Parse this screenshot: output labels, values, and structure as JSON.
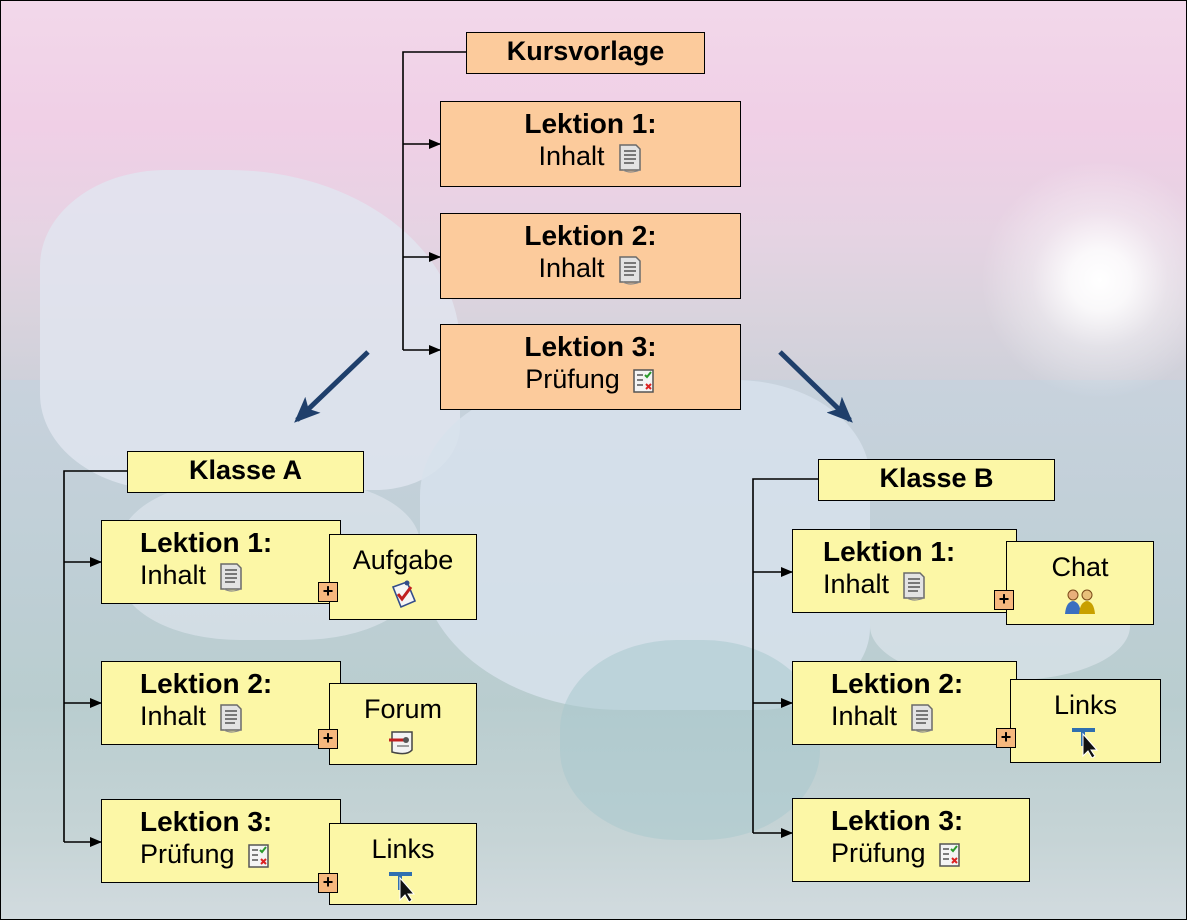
{
  "template": {
    "title": "Kursvorlage",
    "lessons": [
      {
        "head": "Lektion 1:",
        "sub": "Inhalt",
        "icon": "document-icon"
      },
      {
        "head": "Lektion 2:",
        "sub": "Inhalt",
        "icon": "document-icon"
      },
      {
        "head": "Lektion 3:",
        "sub": "Prüfung",
        "icon": "checklist-icon"
      }
    ]
  },
  "class_a": {
    "title": "Klasse A",
    "lessons": [
      {
        "head": "Lektion 1:",
        "sub": "Inhalt",
        "icon": "document-icon",
        "activity": {
          "label": "Aufgabe",
          "icon": "assignment-icon"
        }
      },
      {
        "head": "Lektion 2:",
        "sub": "Inhalt",
        "icon": "document-icon",
        "activity": {
          "label": "Forum",
          "icon": "forum-icon"
        }
      },
      {
        "head": "Lektion 3:",
        "sub": "Prüfung",
        "icon": "checklist-icon",
        "activity": {
          "label": "Links",
          "icon": "links-icon"
        }
      }
    ]
  },
  "class_b": {
    "title": "Klasse B",
    "lessons": [
      {
        "head": "Lektion 1:",
        "sub": "Inhalt",
        "icon": "document-icon",
        "activity": {
          "label": "Chat",
          "icon": "chat-icon"
        }
      },
      {
        "head": "Lektion 2:",
        "sub": "Inhalt",
        "icon": "document-icon",
        "activity": {
          "label": "Links",
          "icon": "links-icon"
        }
      },
      {
        "head": "Lektion 3:",
        "sub": "Prüfung",
        "icon": "checklist-icon"
      }
    ]
  },
  "plus_symbol": "+",
  "colors": {
    "template_box": "#fccb9c",
    "class_box": "#fcf7a6",
    "plus_box": "#f6b87e",
    "arrow": "#1f3f6b"
  }
}
